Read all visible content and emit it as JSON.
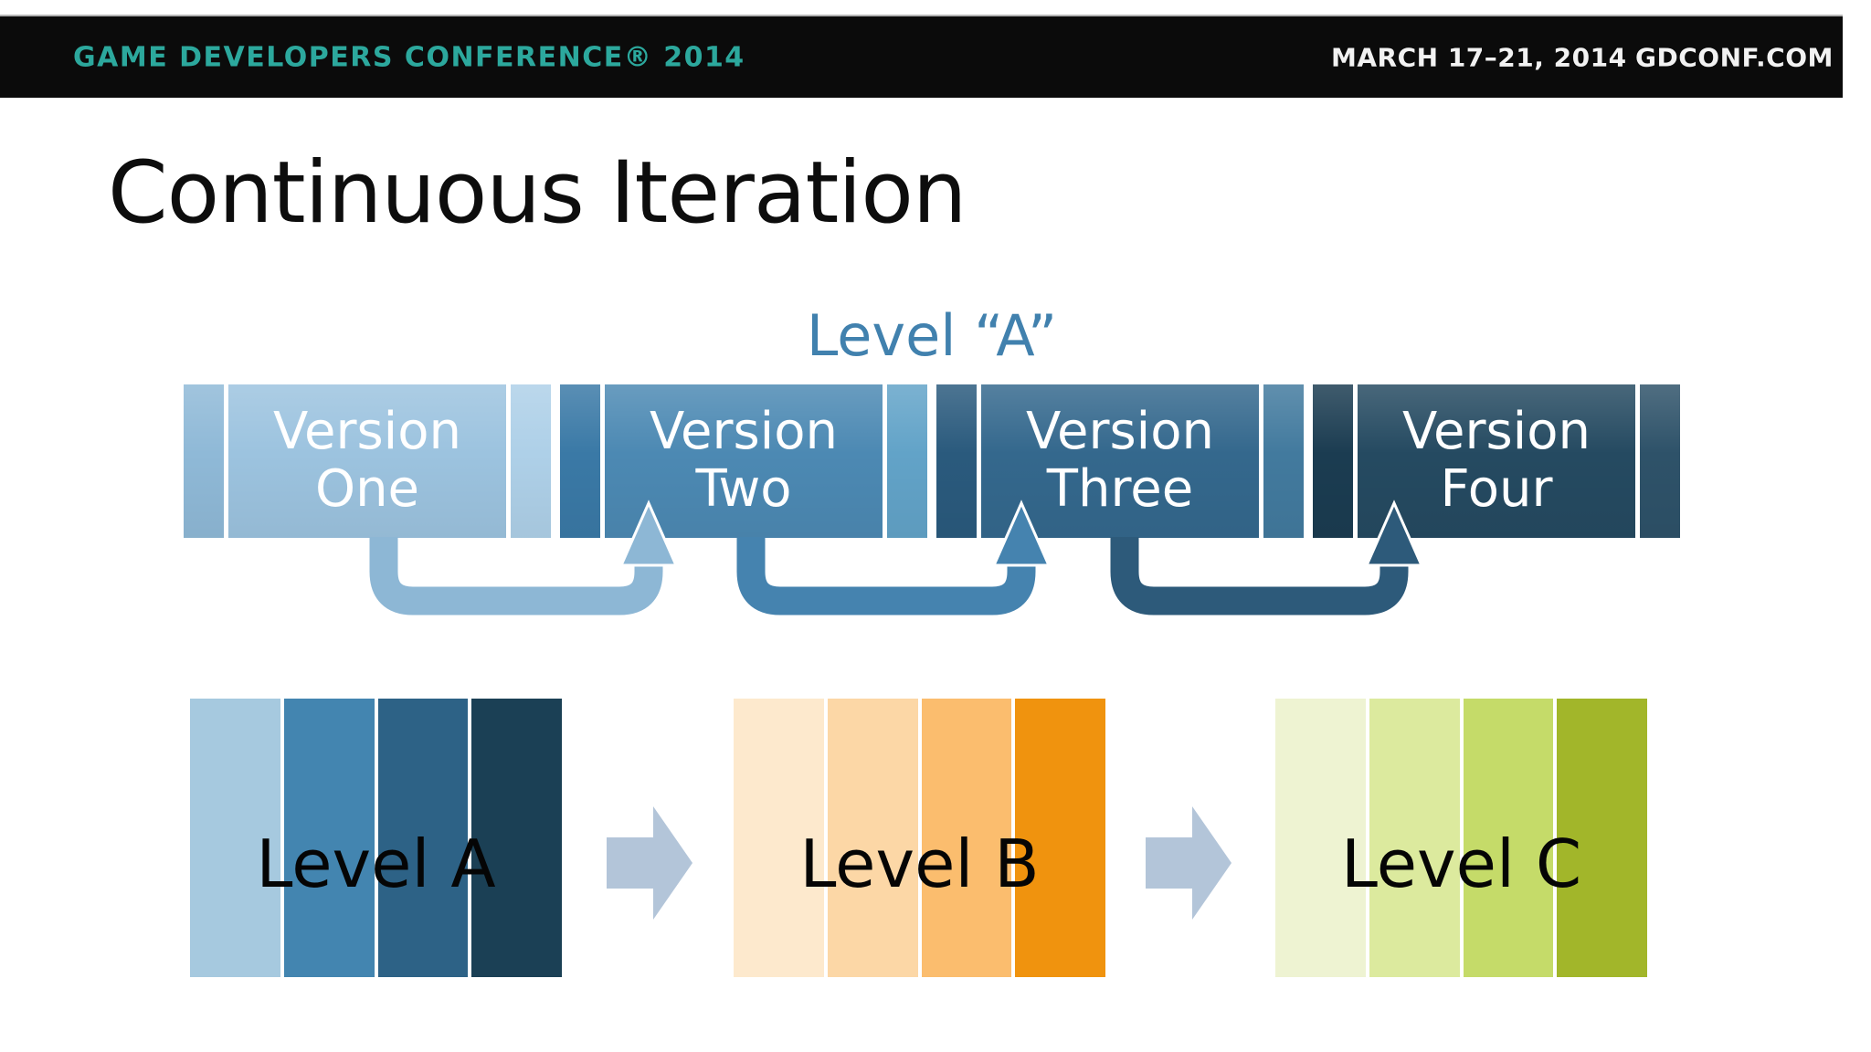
{
  "header": {
    "brand": "GAME DEVELOPERS CONFERENCE® 2014",
    "brand_color": "#2ca89d",
    "bar_color": "#0b0b0b",
    "dates": "MARCH 17–21, 2014",
    "site": "GDCONF.COM"
  },
  "title": "Continuous Iteration",
  "iteration": {
    "label": "Level “A”",
    "label_color": "#4181ae",
    "versions": [
      {
        "label": "Version\nOne",
        "edge": "#8fb9d7",
        "body": "#9cc3df",
        "trail": "#aed0e8",
        "arrow_color": "#8db7d5"
      },
      {
        "label": "Version\nTwo",
        "edge": "#3a79a6",
        "body": "#4c89b3",
        "trail": "#62a3c8",
        "arrow_color": "#4583af"
      },
      {
        "label": "Version\nThree",
        "edge": "#2a5a7d",
        "body": "#34688d",
        "trail": "#427a9e",
        "arrow_color": "#2d5a7a"
      },
      {
        "label": "Version\nFour",
        "edge": "#1b3c51",
        "body": "#254a61",
        "trail": "#2e5269"
      }
    ]
  },
  "pipeline": {
    "arrow_color": "#b3c5d9",
    "levels": [
      {
        "label": "Level A",
        "stripes": [
          "#a6c9df",
          "#4385b0",
          "#2d6286",
          "#1b4055"
        ]
      },
      {
        "label": "Level B",
        "stripes": [
          "#fde9cd",
          "#fcd7a6",
          "#fbbd6e",
          "#f0930e"
        ]
      },
      {
        "label": "Level C",
        "stripes": [
          "#eef3d2",
          "#dcea9e",
          "#c5db69",
          "#a2b62a"
        ]
      }
    ]
  }
}
